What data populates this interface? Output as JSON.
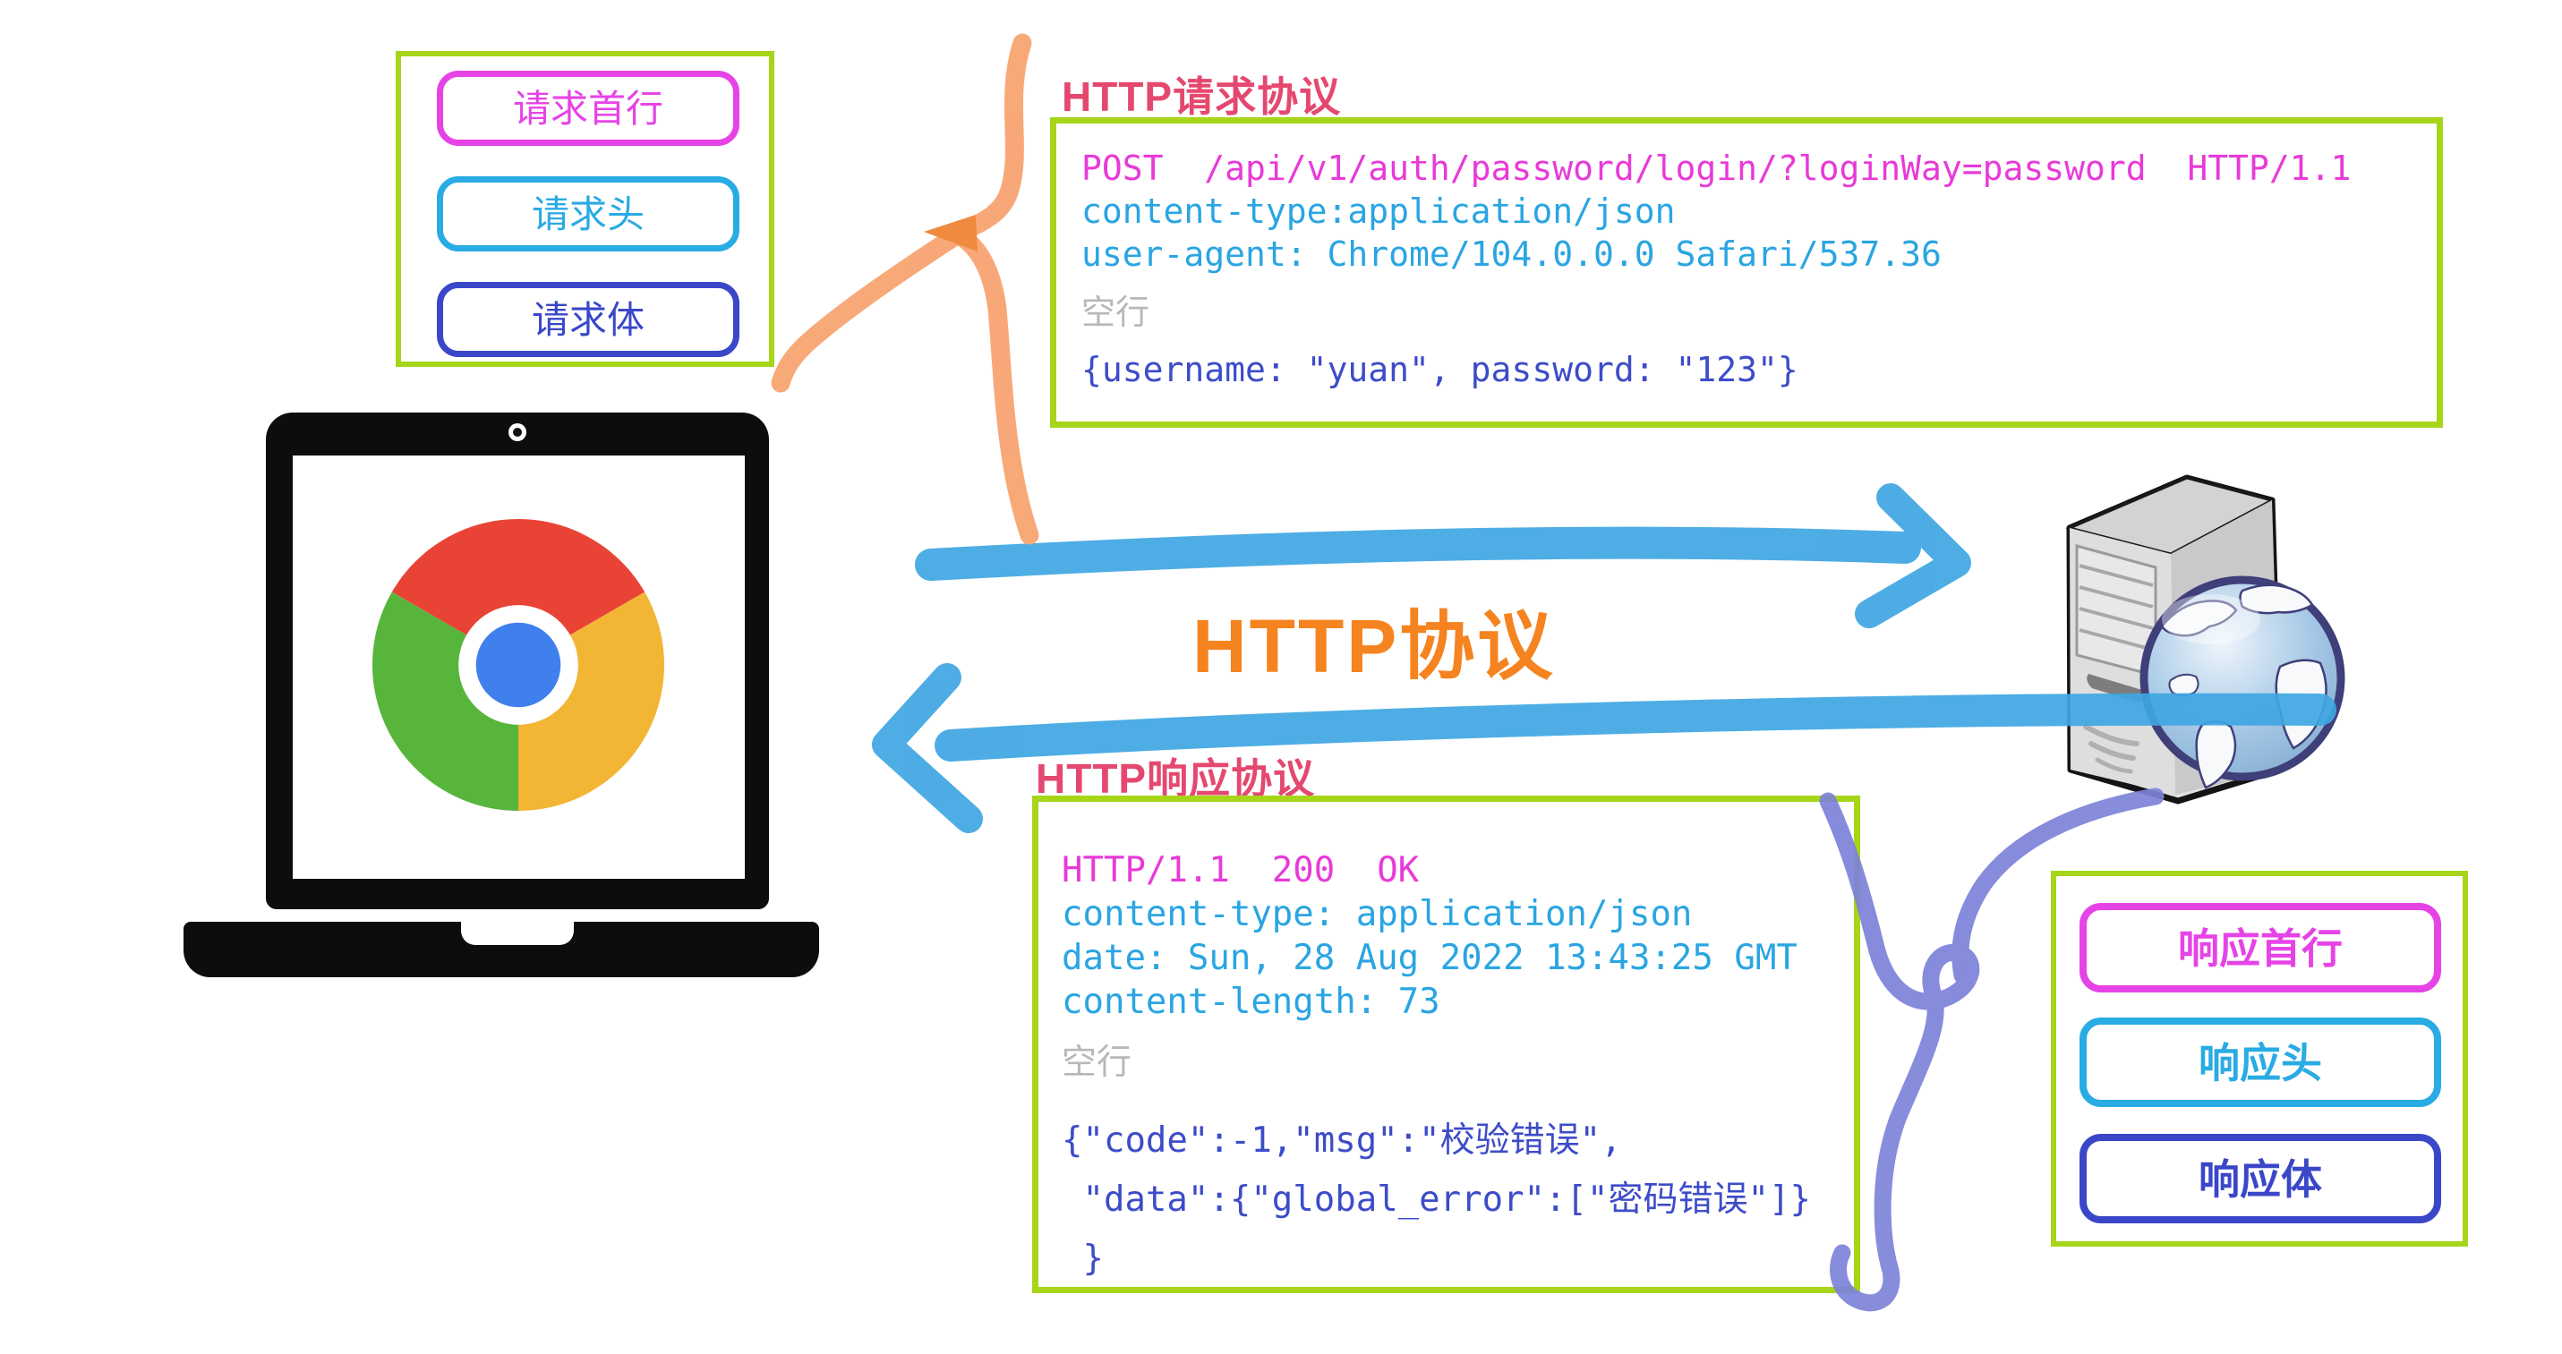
{
  "colors": {
    "green-border": "#a6d51a",
    "magenta": "#e643e6",
    "cyan": "#29abe3",
    "royal-blue": "#3a47c8",
    "mono-magenta": "#e83ad8",
    "mono-cyan": "#2aa5e2",
    "mono-gray": "#b8b8b8",
    "mono-blue": "#3d4cc8",
    "title-pink": "#e5486f",
    "protocol-orange": "#f5831f",
    "arrow-blue": "#3fa6e2",
    "squiggle-orange": "#f8a471",
    "squiggle-orange-dark": "#ef8434",
    "squiggle-purple": "#7d82d8",
    "chrome-red": "#e94335",
    "chrome-yellow": "#f2b634",
    "chrome-green": "#57b53c",
    "chrome-blue": "#3f80ec"
  },
  "request_structure": {
    "items": [
      {
        "label": "请求首行"
      },
      {
        "label": "请求头"
      },
      {
        "label": "请求体"
      }
    ]
  },
  "request_panel": {
    "title": "HTTP请求协议",
    "request_line": "POST  /api/v1/auth/password/login/?loginWay=password  HTTP/1.1",
    "headers": [
      "content-type:application/json",
      "user-agent: Chrome/104.0.0.0 Safari/537.36"
    ],
    "blank_line_label": "空行",
    "body": "{username: \"yuan\", password: \"123\"}"
  },
  "protocol_label": "HTTP协议",
  "response_panel": {
    "title": "HTTP响应协议",
    "status_line": "HTTP/1.1  200  OK",
    "headers": [
      "content-type: application/json",
      "date: Sun, 28 Aug 2022 13:43:25 GMT",
      "content-length: 73"
    ],
    "blank_line_label": "空行",
    "body_lines": [
      "{\"code\":-1,\"msg\":\"校验错误\",",
      " \"data\":{\"global_error\":[\"密码错误\"]}",
      " }"
    ]
  },
  "response_structure": {
    "items": [
      {
        "label": "响应首行"
      },
      {
        "label": "响应头"
      },
      {
        "label": "响应体"
      }
    ]
  }
}
